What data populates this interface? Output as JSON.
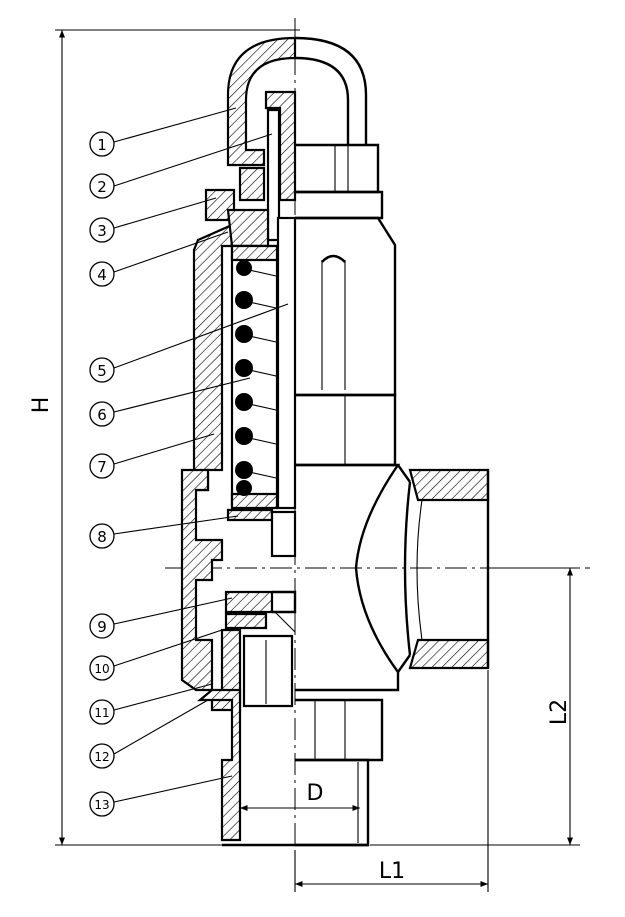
{
  "callouts": [
    {
      "num": "1"
    },
    {
      "num": "2"
    },
    {
      "num": "3"
    },
    {
      "num": "4"
    },
    {
      "num": "5"
    },
    {
      "num": "6"
    },
    {
      "num": "7"
    },
    {
      "num": "8"
    },
    {
      "num": "9"
    },
    {
      "num": "10"
    },
    {
      "num": "11"
    },
    {
      "num": "12"
    },
    {
      "num": "13"
    }
  ],
  "dimensions": {
    "height": "H",
    "diameter": "D",
    "length1": "L1",
    "length2": "L2"
  }
}
